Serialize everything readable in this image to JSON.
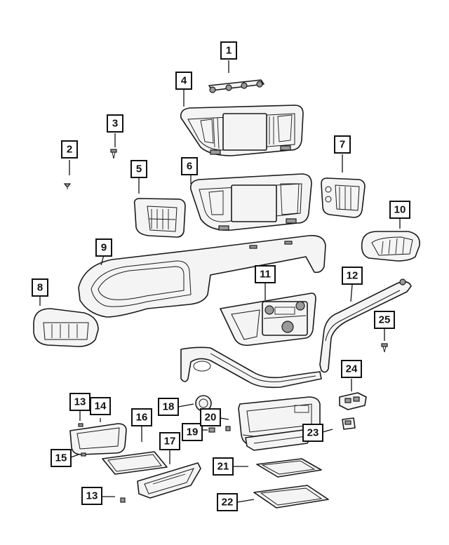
{
  "callouts": [
    {
      "id": "c1",
      "label": "1"
    },
    {
      "id": "c2",
      "label": "2"
    },
    {
      "id": "c3",
      "label": "3"
    },
    {
      "id": "c4",
      "label": "4"
    },
    {
      "id": "c5",
      "label": "5"
    },
    {
      "id": "c6",
      "label": "6"
    },
    {
      "id": "c7",
      "label": "7"
    },
    {
      "id": "c8",
      "label": "8"
    },
    {
      "id": "c9",
      "label": "9"
    },
    {
      "id": "c10",
      "label": "10"
    },
    {
      "id": "c11",
      "label": "11"
    },
    {
      "id": "c12",
      "label": "12"
    },
    {
      "id": "c13a",
      "label": "13"
    },
    {
      "id": "c14",
      "label": "14"
    },
    {
      "id": "c15",
      "label": "15"
    },
    {
      "id": "c16",
      "label": "16"
    },
    {
      "id": "c17",
      "label": "17"
    },
    {
      "id": "c18",
      "label": "18"
    },
    {
      "id": "c19",
      "label": "19"
    },
    {
      "id": "c20",
      "label": "20"
    },
    {
      "id": "c21",
      "label": "21"
    },
    {
      "id": "c22",
      "label": "22"
    },
    {
      "id": "c23",
      "label": "23"
    },
    {
      "id": "c24",
      "label": "24"
    },
    {
      "id": "c25",
      "label": "25"
    },
    {
      "id": "c13b",
      "label": "13"
    }
  ]
}
